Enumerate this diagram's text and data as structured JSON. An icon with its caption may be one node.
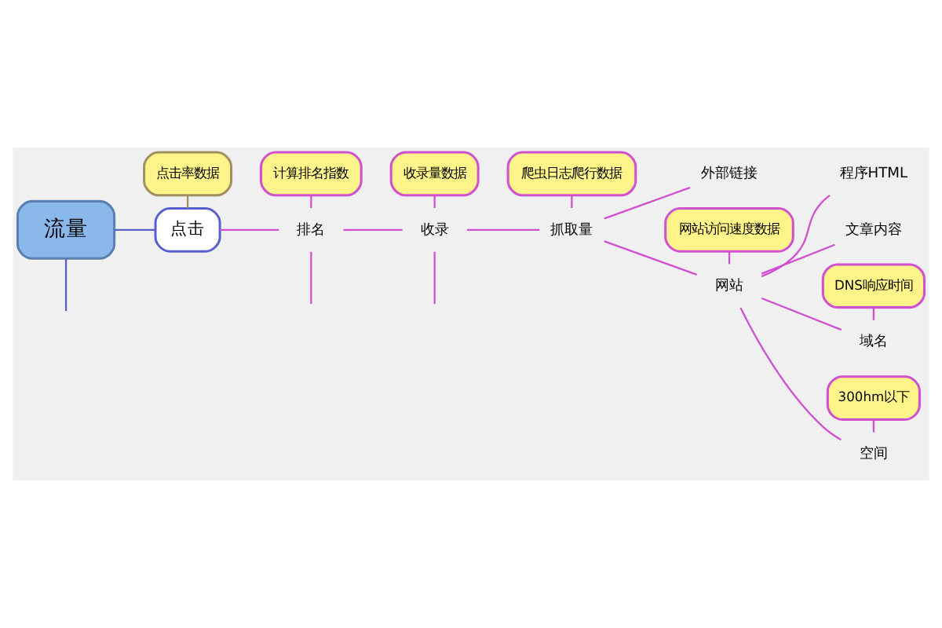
{
  "diagram": {
    "nodes": [
      {
        "text": [
          "流量"
        ]
      },
      {
        "text": [
          "点击"
        ]
      },
      {
        "text": [
          "排名"
        ]
      },
      {
        "text": [
          "收录"
        ]
      },
      {
        "text": [
          "抓取量"
        ]
      },
      {
        "text": [
          "网站"
        ]
      },
      {
        "text": [
          "域名"
        ]
      },
      {
        "text": [
          "空间"
        ]
      },
      {
        "text": [
          "程序HTML"
        ]
      },
      {
        "text": [
          "文章内容"
        ]
      },
      {
        "text": [
          "外部链接"
        ]
      },
      {
        "text": [
          "点击率数据"
        ]
      },
      {
        "text": [
          "计算排名指数"
        ]
      },
      {
        "text": [
          "收录量数据"
        ]
      },
      {
        "text": [
          "爬虫日志爬行数据"
        ]
      },
      {
        "text": [
          "网站访问速度数据"
        ]
      },
      {
        "text": [
          "DNS响应时间"
        ]
      },
      {
        "text": [
          "300hm以下"
        ]
      }
    ],
    "edges": [
      {
        "from": 0,
        "to": null,
        "arrow": "none",
        "color": "#5a5fd0"
      },
      {
        "from": 0,
        "to": 1,
        "arrow": "none",
        "color": "#5a5fd0"
      },
      {
        "from": 1,
        "to": 2,
        "arrow": "none"
      },
      {
        "from": 2,
        "to": 3,
        "arrow": "none"
      },
      {
        "from": 2,
        "to": null,
        "arrow": "none"
      },
      {
        "from": 3,
        "to": 4,
        "arrow": "none"
      },
      {
        "from": 3,
        "to": null,
        "arrow": "none"
      },
      {
        "from": 4,
        "to": 5,
        "arrow": "none"
      },
      {
        "from": 4,
        "to": 10,
        "arrow": "none"
      },
      {
        "from": 5,
        "to": 6,
        "arrow": "none"
      },
      {
        "from": 5,
        "to": 7,
        "arrow": "none"
      },
      {
        "from": 5,
        "to": 8,
        "arrow": "none"
      },
      {
        "from": 5,
        "to": 9,
        "arrow": "none"
      },
      {
        "from": 11,
        "to": 1,
        "arrow": "none",
        "color": "#a09060"
      },
      {
        "from": 12,
        "to": 2,
        "arrow": "none"
      },
      {
        "from": 13,
        "to": 3,
        "arrow": "none"
      },
      {
        "from": 14,
        "to": 4,
        "arrow": "none"
      },
      {
        "from": 15,
        "to": 5,
        "arrow": "none"
      },
      {
        "from": 16,
        "to": 6,
        "arrow": "none"
      },
      {
        "from": 17,
        "to": 7,
        "arrow": "none"
      }
    ]
  }
}
